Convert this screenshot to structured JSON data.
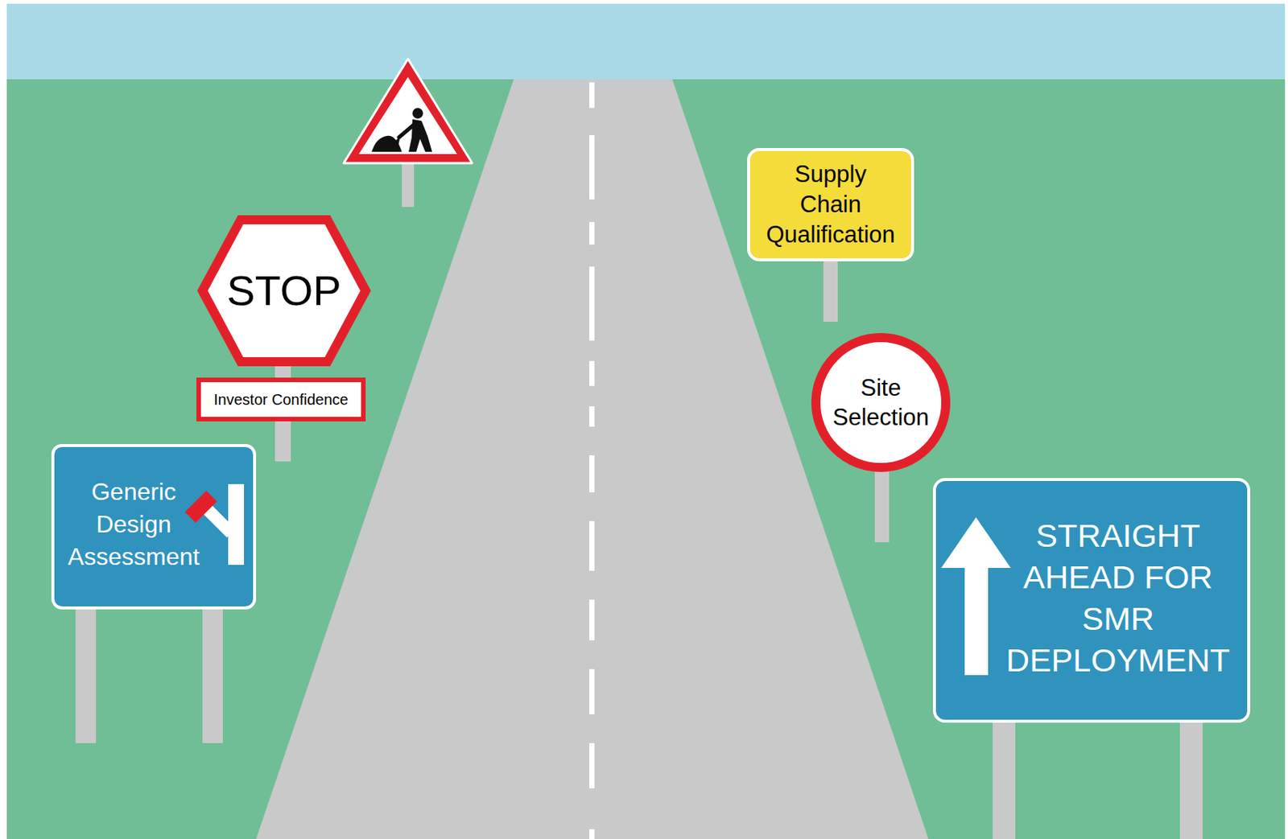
{
  "diagram": {
    "nodes": [
      {
        "text": [
          "STOP"
        ]
      },
      {
        "text": [
          "Investor Confidence"
        ]
      },
      {
        "text": [
          "Generic Design Assessment"
        ]
      },
      {
        "text": [
          "Supply Chain Qualification"
        ]
      },
      {
        "text": [
          "Site Selection"
        ]
      },
      {
        "text": [
          "STRAIGHT AHEAD FOR SMR DEPLOYMENT"
        ]
      }
    ]
  }
}
